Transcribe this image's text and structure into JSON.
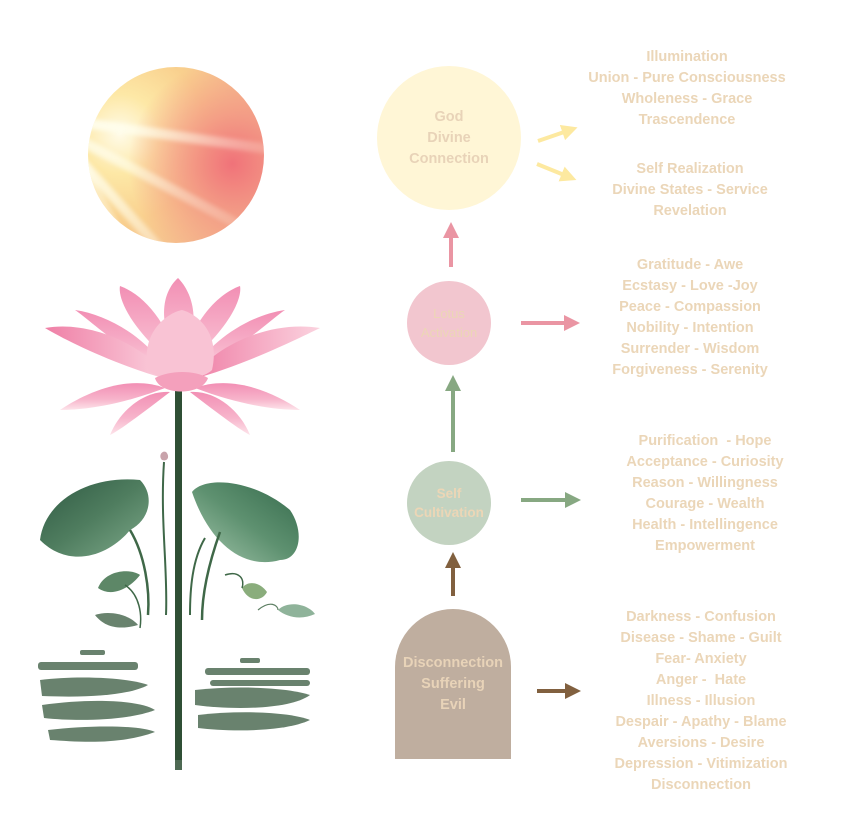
{
  "colors": {
    "background": "#ffffff",
    "text": "#ebd6b8",
    "god_node": "#fff6d6",
    "lotus_node": "#f2c6cf",
    "self_node": "#c3d3c1",
    "disconnection_node": "#bfae9f",
    "arrow_yellow": "#fde9a0",
    "arrow_pink": "#ea95a3",
    "arrow_green": "#87a882",
    "arrow_brown": "#81603f"
  },
  "illustration": {
    "sun": "sun-image",
    "lotus": "lotus-flower-image"
  },
  "nodes": {
    "god": {
      "label": "God\nDivine\nConnection"
    },
    "lotus": {
      "label": "Lotus\nActivation"
    },
    "self": {
      "label": "Self\nCultivation"
    },
    "disconnection": {
      "label": "Disconnection\nSuffering\nEvil"
    }
  },
  "lists": {
    "illumination": [
      "Illumination",
      "Union - Pure Consciousness",
      "Wholeness - Grace",
      "Trascendence"
    ],
    "self_realization": [
      "Self Realization",
      "Divine States - Service",
      "Revelation"
    ],
    "lotus_activation": [
      "Gratitude - Awe",
      "Ecstasy - Love -Joy",
      "Peace - Compassion",
      "Nobility - Intention",
      "Surrender - Wisdom",
      "Forgiveness - Serenity"
    ],
    "self_cultivation": [
      "Purification  - Hope",
      "Acceptance - Curiosity",
      "Reason - Willingness",
      "Courage - Wealth",
      "Health - Intellingence",
      "Empowerment"
    ],
    "disconnection": [
      "Darkness - Confusion",
      "Disease - Shame - Guilt",
      "Fear- Anxiety",
      "Anger -  Hate",
      "Illness - Illusion",
      "Despair - Apathy - Blame",
      "Aversions - Desire",
      "Depression - Vitimization",
      "Disconnection"
    ]
  }
}
